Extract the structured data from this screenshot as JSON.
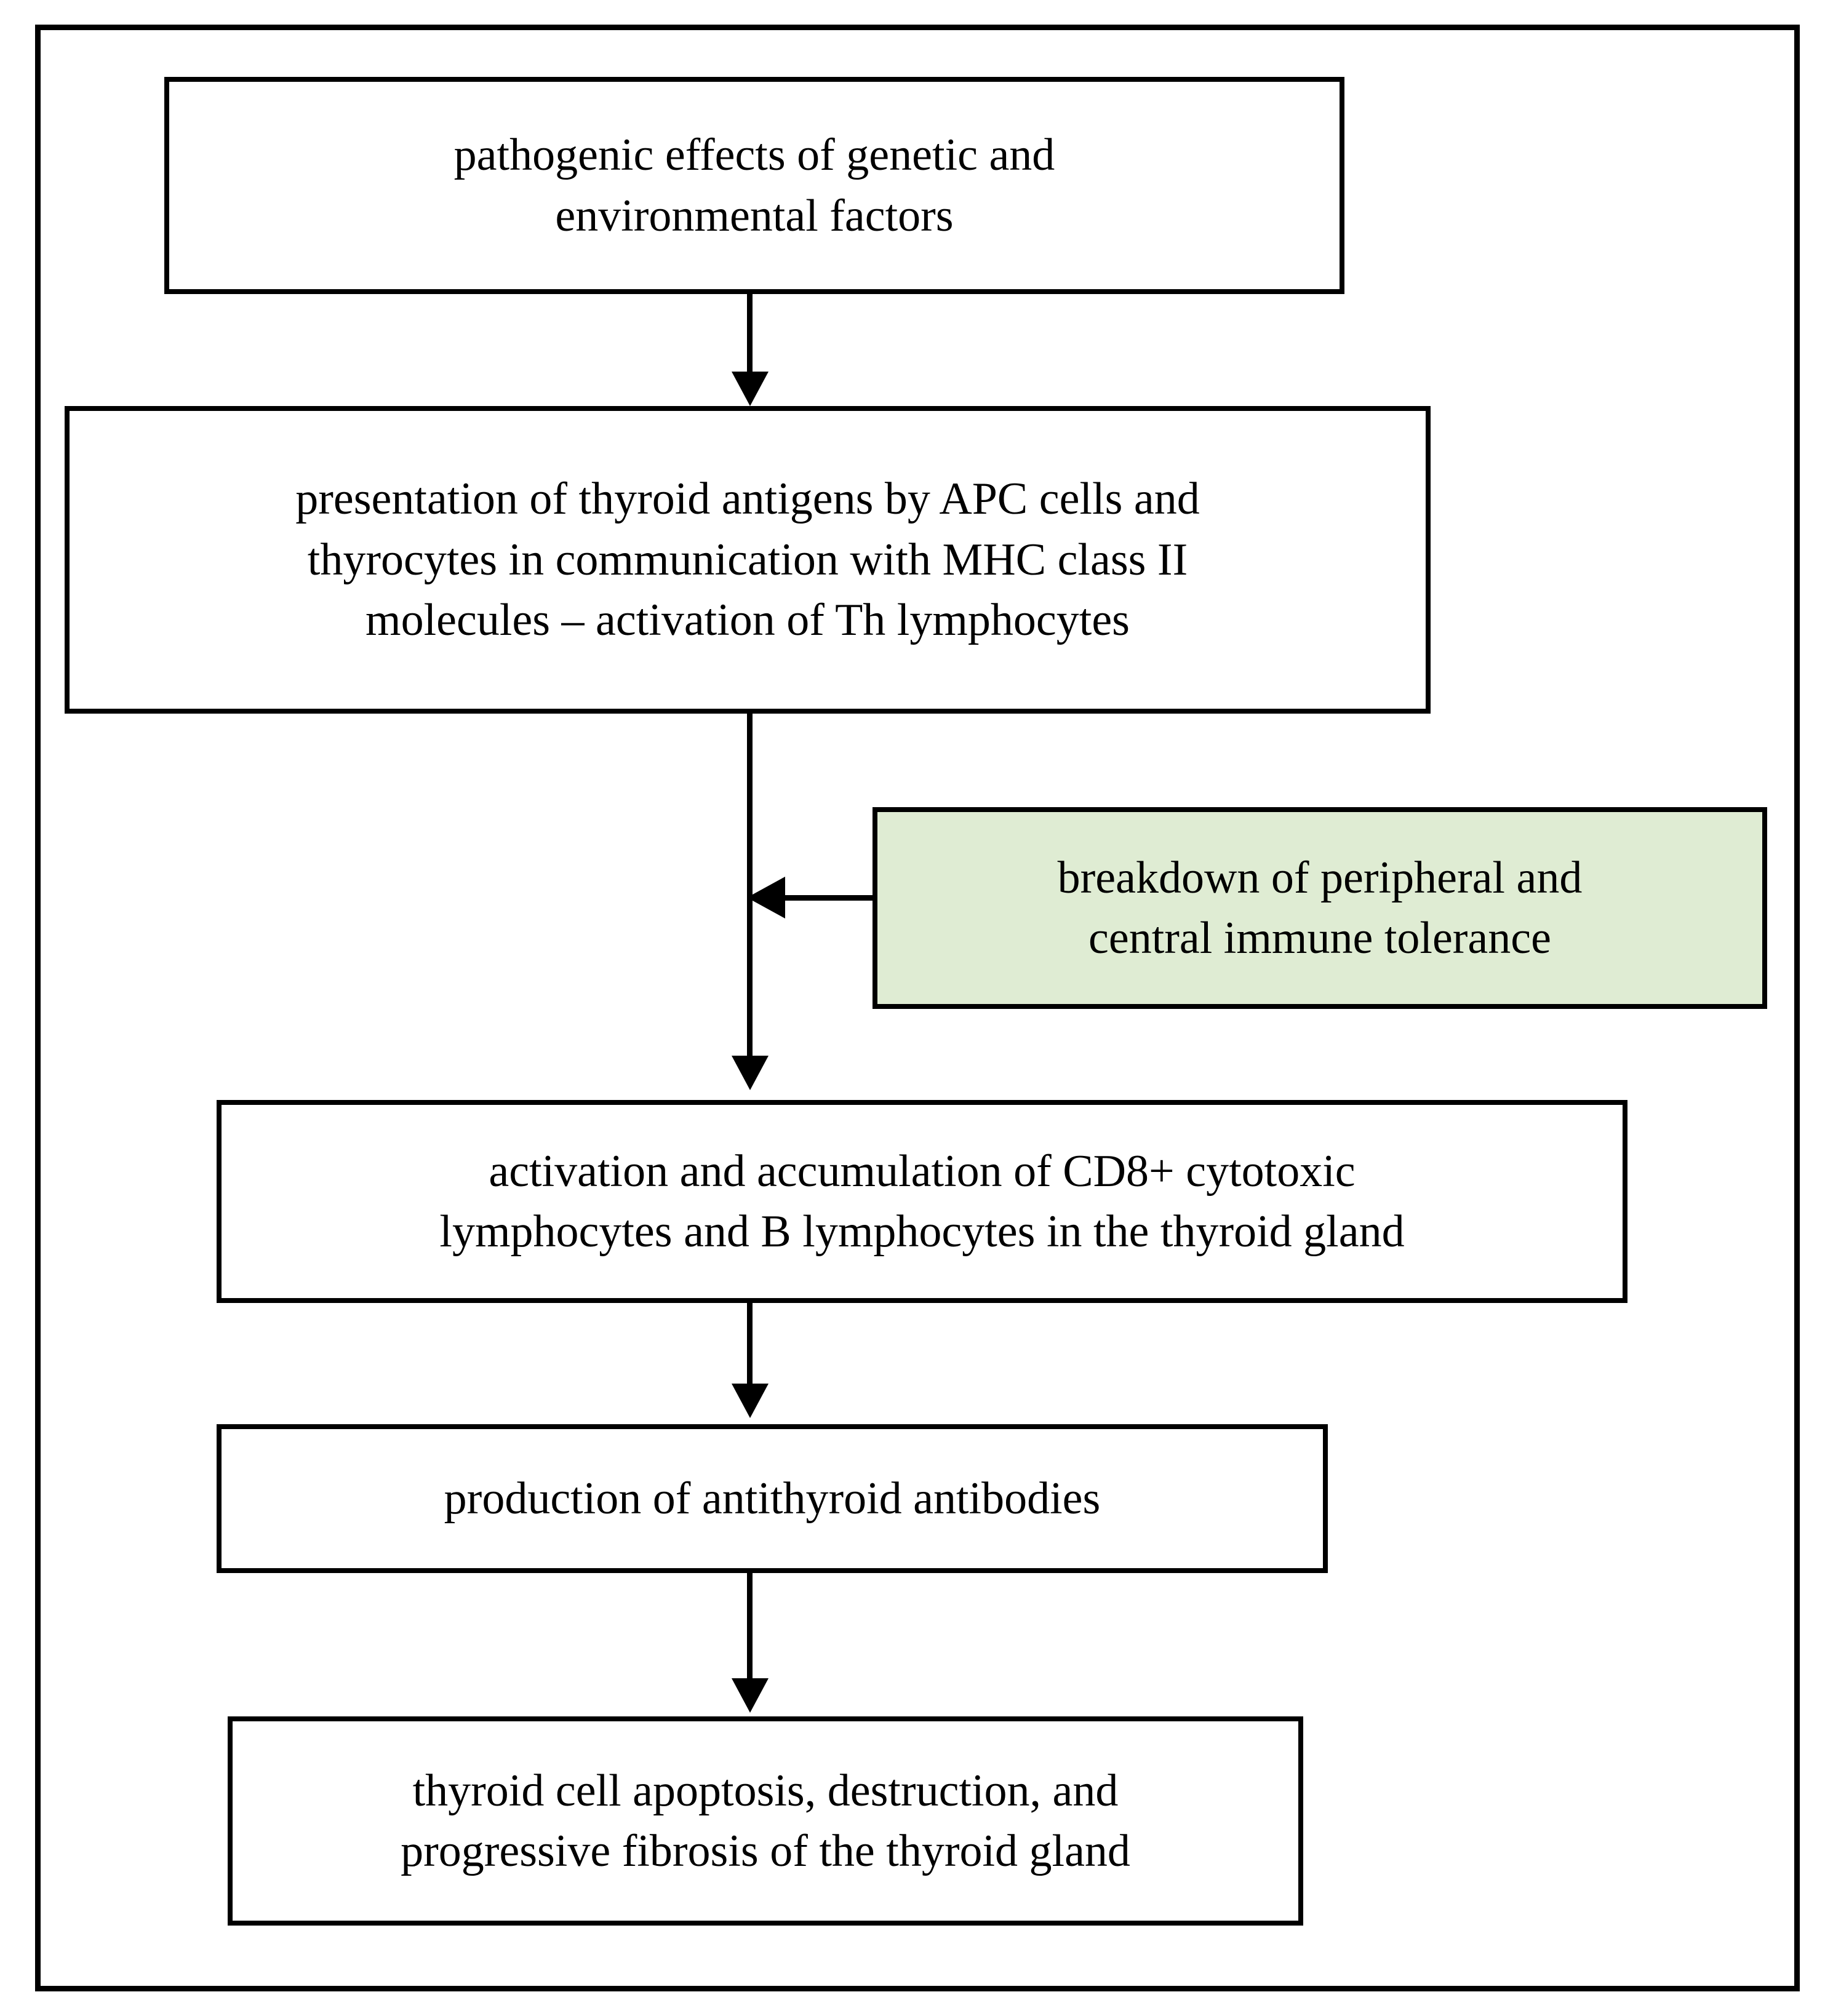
{
  "diagram": {
    "title": "pathogenesis flowchart of autoimmune thyroiditis",
    "frame": {
      "name": "outer-border"
    },
    "colors": {
      "stroke": "#000000",
      "background": "#ffffff",
      "highlight_fill": "#dfecd3"
    },
    "nodes": [
      {
        "id": "genetic-environmental-factors",
        "text": "pathogenic effects of genetic and\nenvironmental factors",
        "fill": "#ffffff"
      },
      {
        "id": "antigen-presentation",
        "text": "presentation of thyroid antigens by APC cells and\nthyrocytes in communication with MHC class II\nmolecules – activation of Th lymphocytes",
        "fill": "#ffffff"
      },
      {
        "id": "immune-tolerance-breakdown",
        "text": "breakdown of peripheral and\ncentral immune tolerance",
        "fill": "#dfecd3"
      },
      {
        "id": "lymphocyte-activation",
        "text": "activation and accumulation of CD8+ cytotoxic\nlymphocytes and B lymphocytes in the thyroid gland",
        "fill": "#ffffff"
      },
      {
        "id": "antibody-production",
        "text": "production of antithyroid antibodies",
        "fill": "#ffffff"
      },
      {
        "id": "apoptosis-fibrosis",
        "text": "thyroid cell apoptosis, destruction, and\nprogressive fibrosis of the thyroid gland",
        "fill": "#ffffff"
      }
    ],
    "edges": [
      {
        "id": "edge-1",
        "from": "genetic-environmental-factors",
        "to": "antigen-presentation",
        "direction": "down"
      },
      {
        "id": "edge-2",
        "from": "antigen-presentation",
        "to": "lymphocyte-activation",
        "direction": "down"
      },
      {
        "id": "edge-3",
        "from": "immune-tolerance-breakdown",
        "to": "edge-2",
        "direction": "left"
      },
      {
        "id": "edge-4",
        "from": "lymphocyte-activation",
        "to": "antibody-production",
        "direction": "down"
      },
      {
        "id": "edge-5",
        "from": "antibody-production",
        "to": "apoptosis-fibrosis",
        "direction": "down"
      }
    ]
  }
}
